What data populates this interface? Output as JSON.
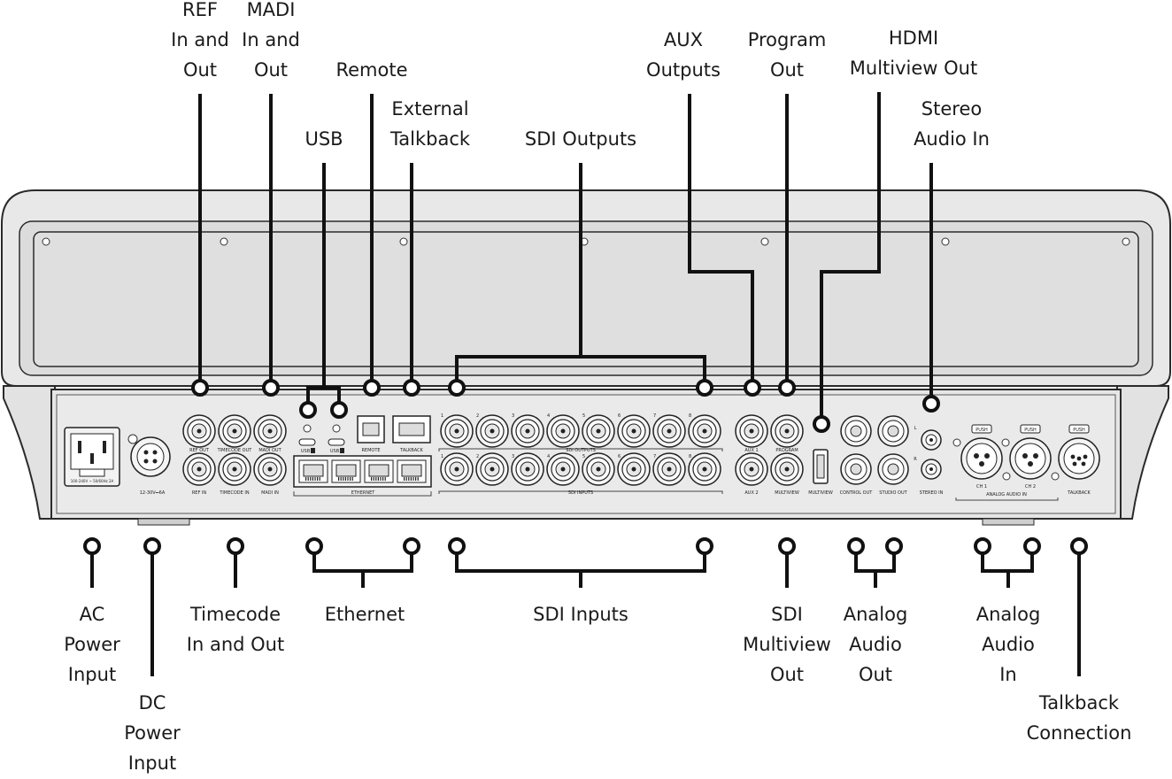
{
  "callouts_top": [
    {
      "id": "ref",
      "lines": [
        "REF",
        "In and",
        "Out"
      ]
    },
    {
      "id": "madi",
      "lines": [
        "MADI",
        "In and",
        "Out"
      ]
    },
    {
      "id": "remote",
      "lines": [
        "Remote"
      ]
    },
    {
      "id": "usb",
      "lines": [
        "USB"
      ]
    },
    {
      "id": "external-talkback",
      "lines": [
        "External",
        "Talkback"
      ]
    },
    {
      "id": "sdi-outputs",
      "lines": [
        "SDI Outputs"
      ]
    },
    {
      "id": "aux-outputs",
      "lines": [
        "AUX",
        "Outputs"
      ]
    },
    {
      "id": "program-out",
      "lines": [
        "Program",
        "Out"
      ]
    },
    {
      "id": "hdmi-multiview-out",
      "lines": [
        "HDMI",
        "Multiview Out"
      ]
    },
    {
      "id": "stereo-audio-in",
      "lines": [
        "Stereo",
        "Audio In"
      ]
    }
  ],
  "callouts_bottom": [
    {
      "id": "ac-power",
      "lines": [
        "AC",
        "Power",
        "Input"
      ]
    },
    {
      "id": "dc-power",
      "lines": [
        "DC",
        "Power",
        "Input"
      ]
    },
    {
      "id": "timecode",
      "lines": [
        "Timecode",
        "In and Out"
      ]
    },
    {
      "id": "ethernet",
      "lines": [
        "Ethernet"
      ]
    },
    {
      "id": "sdi-inputs",
      "lines": [
        "SDI Inputs"
      ]
    },
    {
      "id": "sdi-multiview-out",
      "lines": [
        "SDI",
        "Multiview",
        "Out"
      ]
    },
    {
      "id": "analog-audio-out",
      "lines": [
        "Analog",
        "Audio",
        "Out"
      ]
    },
    {
      "id": "analog-audio-in",
      "lines": [
        "Analog",
        "Audio",
        "In"
      ]
    },
    {
      "id": "talkback-connection",
      "lines": [
        "Talkback",
        "Connection"
      ]
    }
  ],
  "panel_labels": {
    "ref_out": "REF OUT",
    "timecode_out": "TIMECODE OUT",
    "madi_out": "MADI OUT",
    "ref_in": "REF IN",
    "timecode_in": "TIMECODE IN",
    "madi_in": "MADI IN",
    "usb_a": "USB",
    "usb_b": "USB",
    "remote": "REMOTE",
    "talkback": "TALKBACK",
    "ethernet": "ETHERNET",
    "sdi_outputs": "SDI OUTPUTS",
    "sdi_inputs": "SDI INPUTS",
    "aux1": "AUX 1",
    "aux2": "AUX 2",
    "program": "PROGRAM",
    "multiview": "MULTIVIEW",
    "multiview_hdmi": "MULTIVIEW",
    "control_out": "CONTROL OUT",
    "studio_out": "STUDIO OUT",
    "stereo_in": "STEREO IN",
    "ch1": "CH 1",
    "ch2": "CH 2",
    "analog_audio_in": "ANALOG AUDIO IN",
    "talkback_xlr": "TALKBACK",
    "push": "PUSH",
    "dc_rating": "12-30V⎓6A",
    "ac_rating": "100-240V ~ 50/60Hz 2A",
    "sdi_numbers": [
      "1",
      "2",
      "3",
      "4",
      "5",
      "6",
      "7",
      "8"
    ],
    "left_ch": "L",
    "right_ch": "R"
  },
  "colors": {
    "line": "#111111",
    "panel_fill": "#e4e4e4",
    "panel_stroke": "#2a2a2a",
    "connector_fill": "#f4f4f4"
  }
}
